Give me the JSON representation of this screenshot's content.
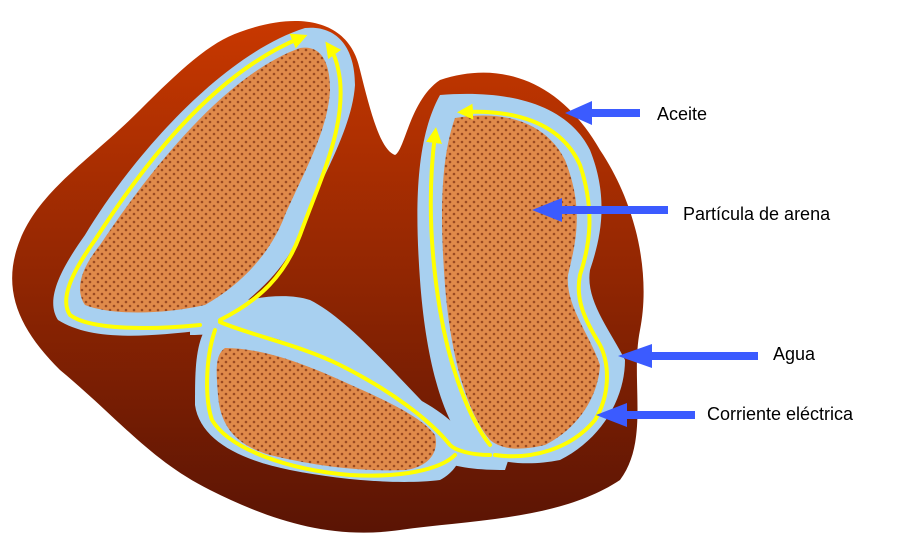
{
  "labels": {
    "oil": "Aceite",
    "sand_particle": "Partícula de arena",
    "water": "Agua",
    "electric_current": "Corriente eléctrica"
  },
  "colors": {
    "oil_top": "#c83800",
    "oil_bottom": "#5a1404",
    "water": "#a8d0f0",
    "sand": "#e08a4a",
    "sand_dots": "#9a4a22",
    "current": "#ffff00",
    "arrow": "#3b5bff"
  }
}
